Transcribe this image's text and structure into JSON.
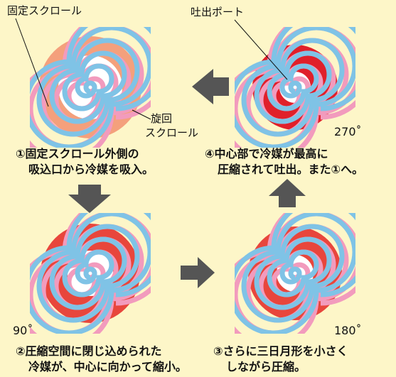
{
  "labels": {
    "fixed_scroll": "固定スクロール",
    "discharge_port": "吐出ポート",
    "orbiting_scroll_line1": "旋回",
    "orbiting_scroll_line2": "スクロール"
  },
  "steps": [
    {
      "caption_line1": "①固定スクロール外側の",
      "caption_line2": "吸込口から冷媒を吸入。",
      "angle": ""
    },
    {
      "caption_line1": "②圧縮空間に閉じ込められた",
      "caption_line2": "冷媒が、中心に向かって縮小。",
      "angle": "90˚"
    },
    {
      "caption_line1": "③さらに三日月形を小さく",
      "caption_line2": "しながら圧縮。",
      "angle": "180˚"
    },
    {
      "caption_line1": "④中心部で冷媒が最高に",
      "caption_line2": "圧縮されて吐出。また①へ。",
      "angle": "270˚"
    }
  ],
  "colors": {
    "background": "#fdf6c8",
    "fixed_scroll": "#f29bbd",
    "orbiting_scroll": "#7fc3e6",
    "suction_gas": "#f4a07c",
    "compressed_gas": "#e8463c",
    "high_pressure_gas": "#e0202a",
    "arrow": "#555555"
  }
}
